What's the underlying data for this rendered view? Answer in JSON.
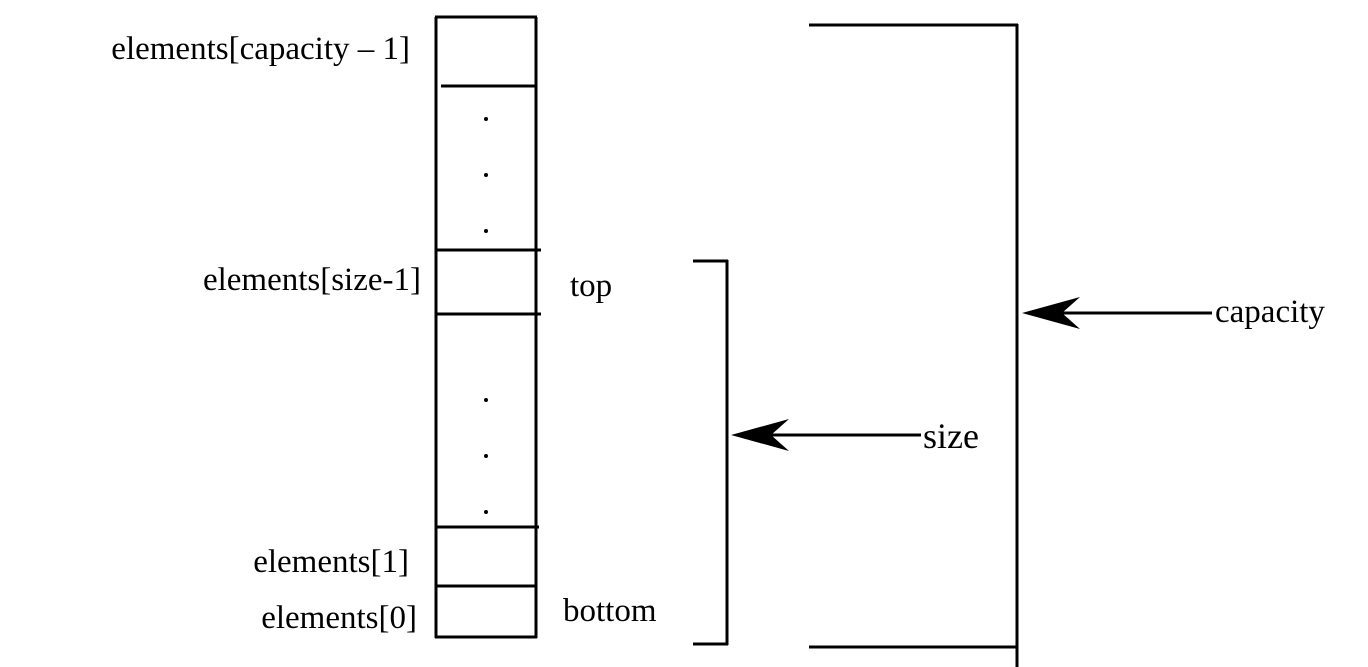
{
  "labels": {
    "elements_capacity": "elements[capacity – 1]",
    "elements_size": "elements[size-1]",
    "elements_1": "elements[1]",
    "elements_0": "elements[0]",
    "top": "top",
    "bottom": "bottom",
    "size": "size",
    "capacity": "capacity"
  },
  "ellipsis_dot": "·"
}
